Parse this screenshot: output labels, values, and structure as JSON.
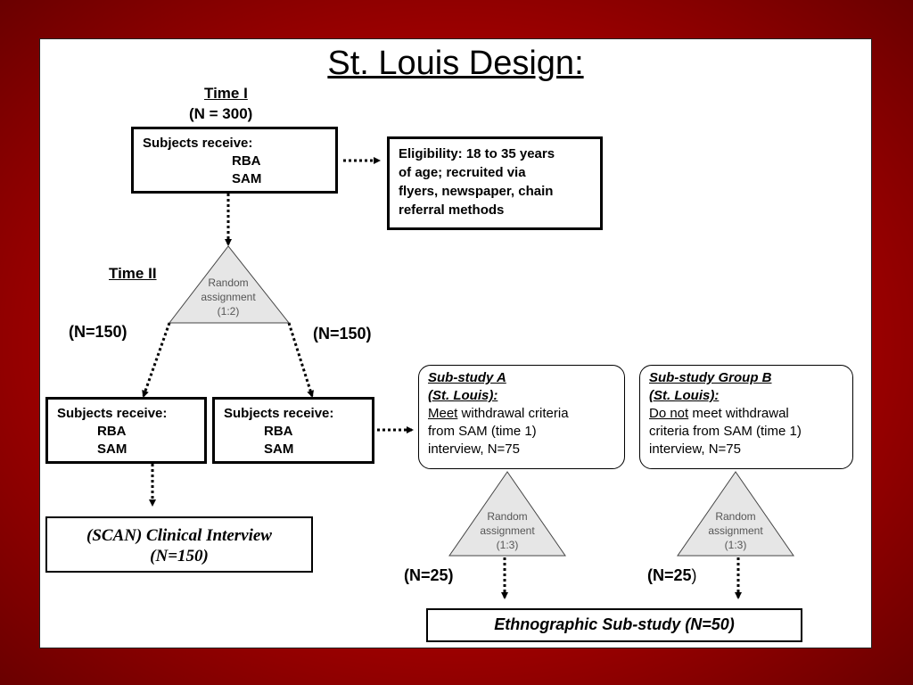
{
  "title": "St. Louis Design:",
  "time1": {
    "label": "Time I",
    "n": "(N = 300)"
  },
  "time2": {
    "label": "Time II"
  },
  "box_top": {
    "line1": "Subjects receive:",
    "line2": "RBA",
    "line3": "SAM"
  },
  "eligibility": {
    "line1": "Eligibility: 18 to 35 years",
    "line2": "of age; recruited via",
    "line3": "flyers, newspaper, chain",
    "line4": "referral methods"
  },
  "triangle_top": {
    "line1": "Random",
    "line2": "assignment",
    "line3": "(1:2)"
  },
  "n_left": "(N=150)",
  "n_right": "(N=150)",
  "box_left": {
    "line1": "Subjects receive:",
    "line2": "RBA",
    "line3": "SAM"
  },
  "box_mid": {
    "line1": "Subjects receive:",
    "line2": "RBA",
    "line3": "SAM"
  },
  "scan": {
    "line1": "(SCAN) Clinical Interview",
    "line2": "(N=150)"
  },
  "substudy_a": {
    "title1": "Sub-study A",
    "title2": "(St. Louis):",
    "u": "Meet",
    "rest1": " withdrawal criteria",
    "line3": "from SAM (time 1)",
    "line4": "interview, N=75"
  },
  "substudy_b": {
    "title1": "Sub-study Group B",
    "title2": "(St. Louis):",
    "u": "Do not",
    "rest1": " meet withdrawal",
    "line3": "criteria from SAM (time 1)",
    "line4": "interview, N=75"
  },
  "triangle_a": {
    "line1": "Random",
    "line2": "assignment",
    "line3": "(1:3)"
  },
  "triangle_b": {
    "line1": "Random",
    "line2": "assignment",
    "line3": "(1:3)"
  },
  "n25_a": "(N=25)",
  "n25_b_bold": "(N=25",
  "n25_b_paren": ")",
  "ethno": "Ethnographic Sub-study (N=50)",
  "colors": {
    "background": "#b30000",
    "triangle_fill": "#e6e6e6"
  }
}
